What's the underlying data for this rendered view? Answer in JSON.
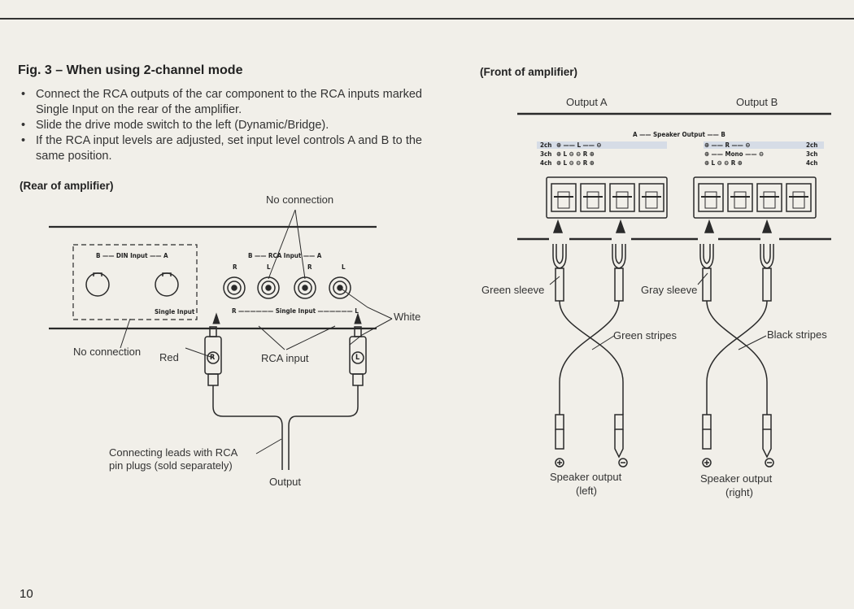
{
  "figure": {
    "title": "Fig. 3 – When using 2-channel mode",
    "bullets": [
      "Connect the RCA outputs of the car component to the RCA inputs marked Single Input on the rear of the amplifier.",
      "Slide the drive mode switch to the left (Dynamic/Bridge).",
      "If the RCA input levels are adjusted, set input level controls A and B to the same position."
    ]
  },
  "rear": {
    "heading": "(Rear of amplifier)",
    "no_connection_top": "No connection",
    "din_label": "B —— DIN Input —— A",
    "rca_label": "B —— RCA Input —— A",
    "channel_letters": [
      "R",
      "L",
      "R",
      "L"
    ],
    "single_input_box_label": "Single Input",
    "single_input_line_label": "R —————— Single Input —————— L",
    "white_label": "White",
    "no_connection_bottom": "No connection",
    "red_label": "Red",
    "plug_r": "R",
    "plug_l": "L",
    "rca_input_label": "RCA input",
    "leads_label_1": "Connecting leads with RCA",
    "leads_label_2": "pin plugs (sold separately)",
    "output_label": "Output"
  },
  "front": {
    "heading": "(Front of amplifier)",
    "output_a": "Output A",
    "output_b": "Output B",
    "speaker_output_row": "A —— Speaker Output —— B",
    "left_rows": [
      {
        "ch": "2ch",
        "text": "⊕ —— L —— ⊖"
      },
      {
        "ch": "3ch",
        "text": "⊕  L  ⊖    ⊖  R  ⊕"
      },
      {
        "ch": "4ch",
        "text": "⊕  L  ⊖    ⊖  R  ⊕"
      }
    ],
    "right_rows": [
      {
        "ch": "2ch",
        "text": "⊕ —— R —— ⊖"
      },
      {
        "ch": "3ch",
        "text": "⊕ —— Mono —— ⊖"
      },
      {
        "ch": "4ch",
        "text": "⊕  L  ⊖    ⊖  R  ⊕"
      }
    ],
    "green_sleeve": "Green sleeve",
    "gray_sleeve": "Gray sleeve",
    "green_stripes": "Green stripes",
    "black_stripes": "Black stripes",
    "plus_symbol": "⊕",
    "minus_symbol": "⊖",
    "speaker_left_1": "Speaker output",
    "speaker_left_2": "(left)",
    "speaker_right_1": "Speaker output",
    "speaker_right_2": "(right)"
  },
  "page_number": "10",
  "colors": {
    "paper": "#f1efe9",
    "ink": "#2a2a2a",
    "panel": "#e4e3df",
    "highlight": "#d6dce6"
  }
}
